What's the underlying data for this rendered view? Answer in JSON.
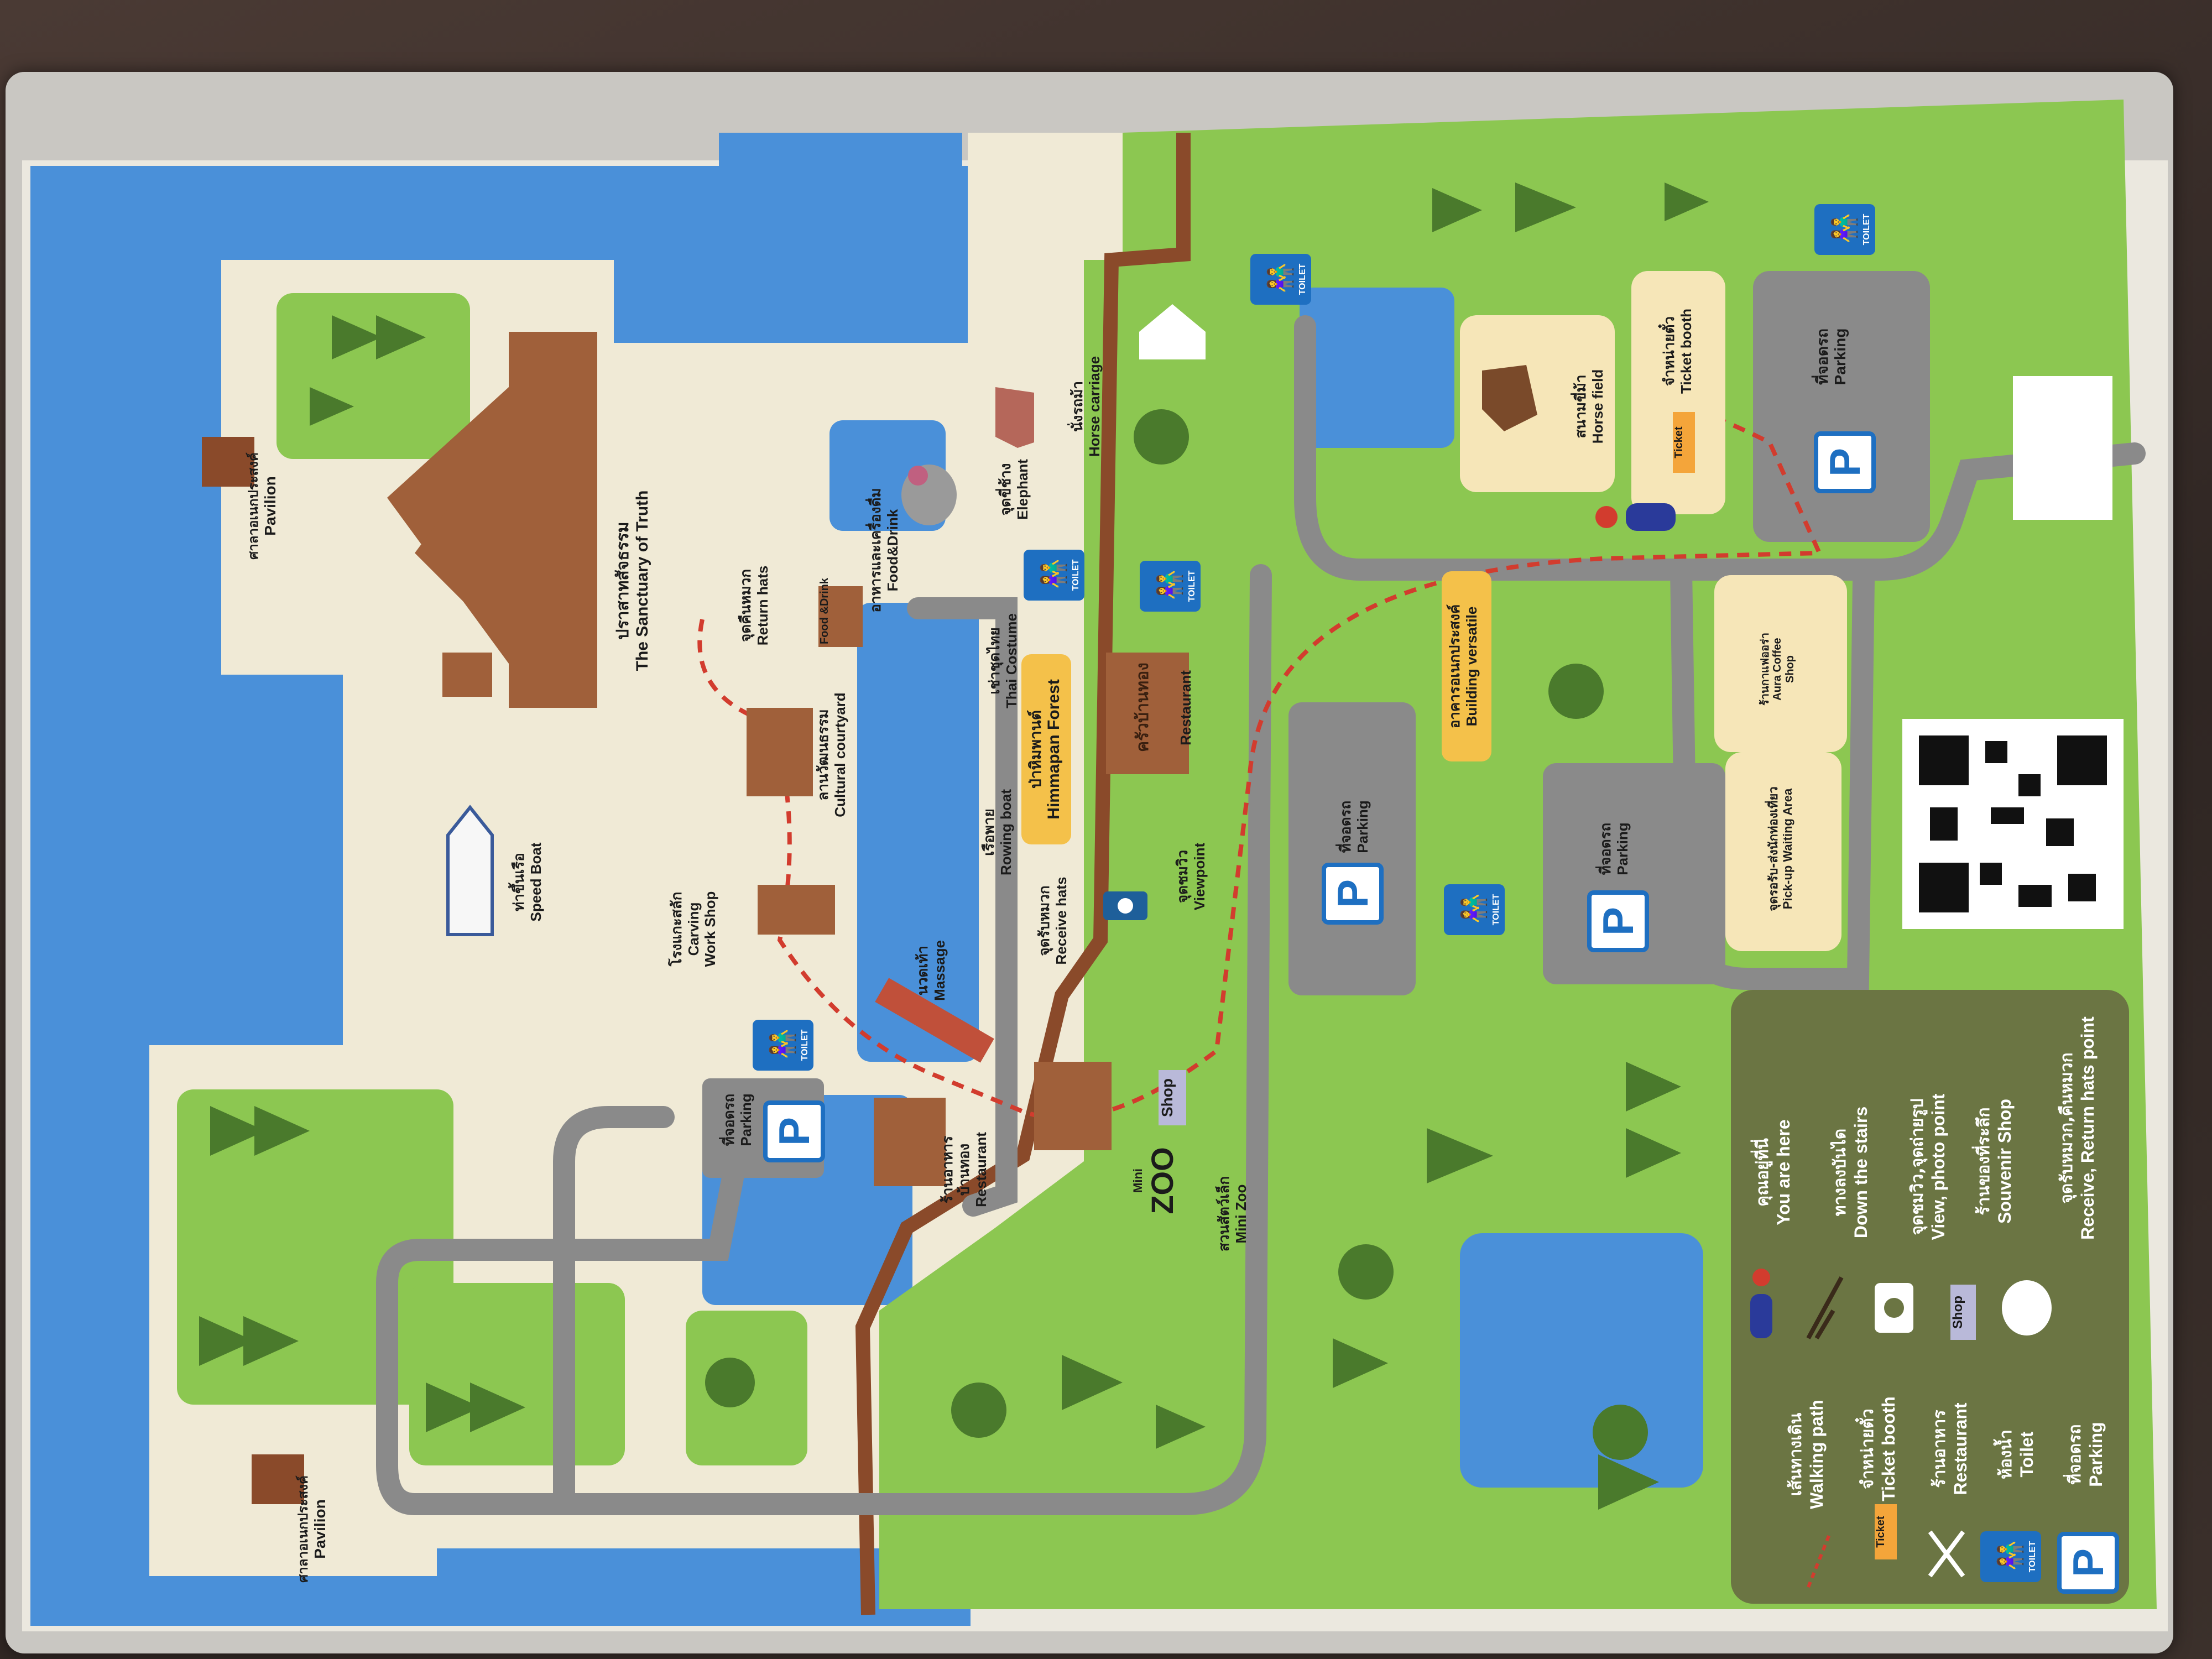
{
  "colors": {
    "water": "#4a90d9",
    "grass": "#8cc751",
    "sand": "#f0ead6",
    "road": "#8a8a8a",
    "legend": "#6b7543",
    "path": "#d23c2e",
    "toilet": "#1e6fc1",
    "building": "#a0603a"
  },
  "places": {
    "sanctuary": {
      "th": "ปราสาทสัจธรรม",
      "en": "The Sanctuary of Truth"
    },
    "pavilion_top": {
      "th": "ศาลาอเนกประสงค์",
      "en": "Pavilion"
    },
    "pavilion_bottom": {
      "th": "ศาลาอเนกประสงค์",
      "en": "Pavilion"
    },
    "speed_boat": {
      "th": "ท่าขึ้นเรือ",
      "en": "Speed Boat"
    },
    "carving": {
      "th": "โรงแกะสลัก",
      "en1": "Carving",
      "en2": "Work Shop"
    },
    "cultural": {
      "th": "ลานวัฒนธรรม",
      "en": "Cultural courtyard"
    },
    "return_hats": {
      "th": "จุดคืนหมวก",
      "en": "Return hats"
    },
    "food_drink_icon": "Food &Drink",
    "food_drink": {
      "th": "อาหารและเครื่องดื่ม",
      "en": "Food&Drink"
    },
    "thai_costume": {
      "th": "เช่าชุดไทย",
      "en": "Thai Costume"
    },
    "rowing": {
      "th": "เรือพาย",
      "en": "Rowing boat"
    },
    "massage": {
      "th": "นวดเท้า",
      "en": "Massage"
    },
    "receive_hats": {
      "th": "จุดรับหมวก",
      "en": "Receive hats"
    },
    "restaurant_left": {
      "th": "ร้านอาหาร",
      "th2": "บ้านทอง",
      "en": "Restaurant"
    },
    "parking_top": {
      "th": "ที่จอดรถ",
      "en": "Parking"
    },
    "elephant": {
      "th": "จุดขี่ช้าง",
      "en": "Elephant"
    },
    "horse_carriage": {
      "th": "นั่งรถม้า",
      "en": "Horse carriage"
    },
    "himmapan": {
      "th": "ป่าหิมพานต์",
      "en": "Himmapan Forest"
    },
    "restaurant_mid": {
      "sign": "ครัวบ้านทอง",
      "en": "Restaurant"
    },
    "viewpoint": {
      "th": "จุดชมวิว",
      "en": "Viewpoint"
    },
    "mini_zoo": {
      "th": "สวนสัตว์เล็ก",
      "en": "Mini Zoo",
      "sign1": "Mini",
      "sign2": "ZOO"
    },
    "shop_sign": "Shop",
    "parking_mid": {
      "th": "ที่จอดรถ",
      "en": "Parking"
    },
    "building_versatile": {
      "th": "อาคารอเนกประสงค์",
      "en": "Building versatile"
    },
    "parking_mid2": {
      "th": "ที่จอดรถ",
      "en": "Parking"
    },
    "pickup": {
      "th": "จุดรอรับ-ส่งนักท่องเที่ยว",
      "en": "Pick-up Waiting Area"
    },
    "aura": {
      "th": "ร้านกาแฟออร่า",
      "en1": "Aura Coffee",
      "en2": "Shop"
    },
    "horse_field": {
      "th": "สนามขี่ม้า",
      "en": "Horse field"
    },
    "ticket_booth": {
      "th": "จำหน่ายตั๋ว",
      "en": "Ticket booth"
    },
    "ticket_sign": "Ticket",
    "parking_right": {
      "th": "ที่จอดรถ",
      "en": "Parking"
    }
  },
  "toilet_label": "TOILET",
  "parking_letter": "P",
  "legend": {
    "walking": {
      "th": "เส้นทางเดิน",
      "en": "Walking path"
    },
    "ticket": {
      "th": "จำหน่ายตั๋ว",
      "en": "Ticket booth"
    },
    "restaurant": {
      "th": "ร้านอาหาร",
      "en": "Restaurant"
    },
    "toilet": {
      "th": "ห้องน้ำ",
      "en": "Toilet"
    },
    "parking": {
      "th": "ที่จอดรถ",
      "en": "Parking"
    },
    "here": {
      "th": "คุณอยู่ที่นี่",
      "en": "You are here"
    },
    "stairs": {
      "th": "ทางลงบันได",
      "en": "Down the stairs"
    },
    "view": {
      "th": "จุดชมวิว,จุดถ่ายรูป",
      "en": "View, photo point"
    },
    "souvenir": {
      "th": "ร้านของที่ระลึก",
      "en": "Souvenir Shop"
    },
    "hats": {
      "th": "จุดรับหมวก,คืนหมวก",
      "en": "Receive, Return hats point"
    }
  }
}
